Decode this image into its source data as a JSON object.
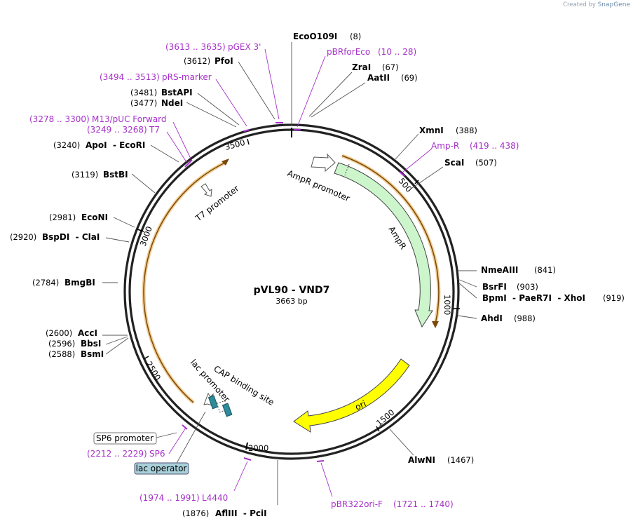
{
  "brand": {
    "created_by": "Created by",
    "app": "SnapGene"
  },
  "plasmid": {
    "name": "pVL90 - VND7",
    "size": "3663 bp"
  },
  "ticks": [
    "500",
    "1000",
    "1500",
    "2000",
    "2500",
    "3000",
    "3500"
  ],
  "enzymes": [
    {
      "name": "EcoO109I",
      "pos": "(8)"
    },
    {
      "name": "ZraI",
      "pos": "(67)"
    },
    {
      "name": "AatII",
      "pos": "(69)"
    },
    {
      "name": "XmnI",
      "pos": "(388)"
    },
    {
      "name": "ScaI",
      "pos": "(507)"
    },
    {
      "name": "NmeAIII",
      "pos": "(841)"
    },
    {
      "name": "BsrFI",
      "pos": "(903)"
    },
    {
      "name": "BpmI  - PaeR7I  - XhoI",
      "pos": "(919)"
    },
    {
      "name": "AhdI",
      "pos": "(988)"
    },
    {
      "name": "AlwNI",
      "pos": "(1467)"
    },
    {
      "name": "AflIII  - PciI",
      "pos": "(1876)"
    },
    {
      "name": "BsmI",
      "pos": "(2588)"
    },
    {
      "name": "BbsI",
      "pos": "(2596)"
    },
    {
      "name": "AccI",
      "pos": "(2600)"
    },
    {
      "name": "BmgBI",
      "pos": "(2784)"
    },
    {
      "name": "BspDI  - ClaI",
      "pos": "(2920)"
    },
    {
      "name": "EcoNI",
      "pos": "(2981)"
    },
    {
      "name": "BstBI",
      "pos": "(3119)"
    },
    {
      "name": "ApoI  - EcoRI",
      "pos": "(3240)"
    },
    {
      "name": "NdeI",
      "pos": "(3477)"
    },
    {
      "name": "BstAPI",
      "pos": "(3481)"
    },
    {
      "name": "PfoI",
      "pos": "(3612)"
    }
  ],
  "primers": [
    {
      "name": "pGEX 3'",
      "range": "(3613 .. 3635)"
    },
    {
      "name": "pBRforEco",
      "range": "(10 .. 28)"
    },
    {
      "name": "pRS-marker",
      "range": "(3494 .. 3513)"
    },
    {
      "name": "M13/pUC Forward",
      "range": "(3278 .. 3300)"
    },
    {
      "name": "T7",
      "range": "(3249 .. 3268)"
    },
    {
      "name": "Amp-R",
      "range": "(419 .. 438)"
    },
    {
      "name": "SP6",
      "range": "(2212 .. 2229)"
    },
    {
      "name": "L4440",
      "range": "(1974 .. 1991)"
    },
    {
      "name": "pBR322ori-F",
      "range": "(1721 .. 1740)"
    }
  ],
  "features": {
    "ampr_promoter": "AmpR promoter",
    "ampr": "AmpR",
    "ori": "ori",
    "t7_promoter": "T7 promoter",
    "lac_promoter": "lac promoter",
    "cap_site": "CAP binding site",
    "sp6_promoter": "SP6 promoter",
    "lac_operator": "lac operator"
  },
  "colors": {
    "primer": "#a630c9",
    "ampr_fill": "#ccf5cc",
    "ori_fill": "#ffff00",
    "orf_orange": "#e8a23a",
    "lac_operator_fill": "#a8d0d9",
    "cap_fill": "#2e8b9a"
  }
}
